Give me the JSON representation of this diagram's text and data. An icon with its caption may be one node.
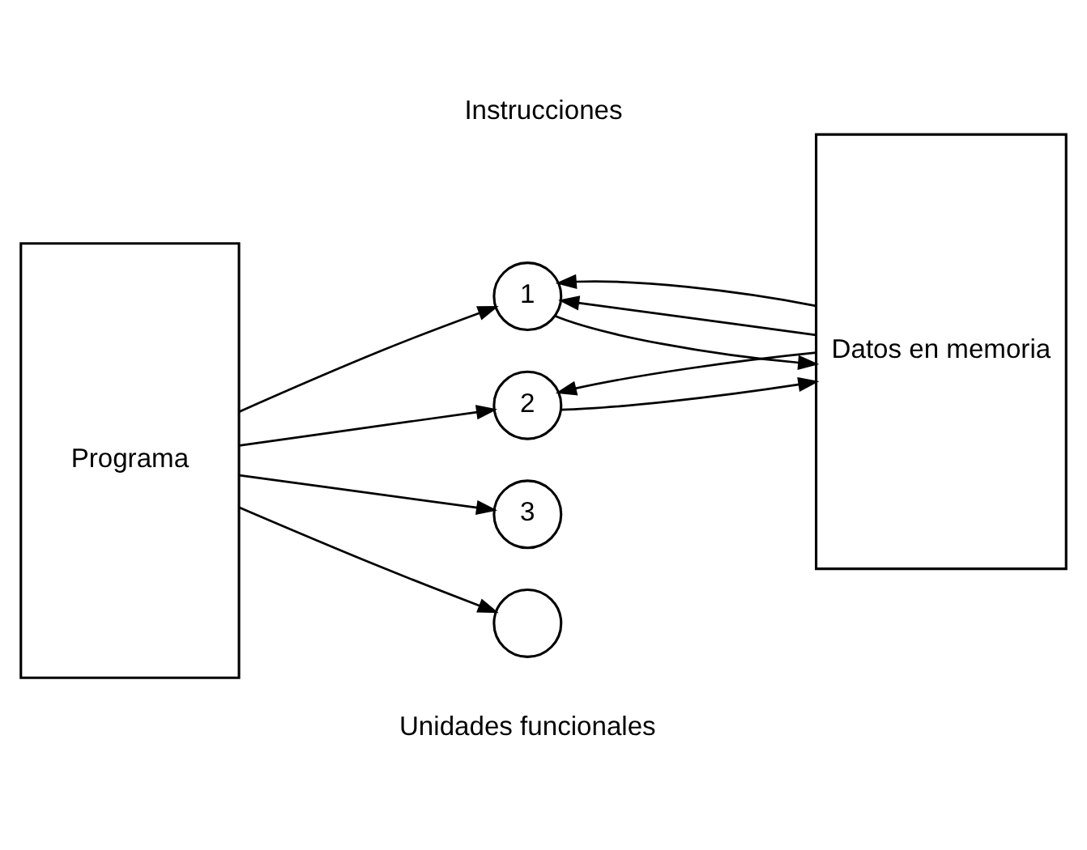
{
  "diagram": {
    "title": "Instrucciones",
    "nodes": [
      {
        "text": [
          "Programa"
        ]
      },
      {
        "text": [
          "1"
        ]
      },
      {
        "text": [
          "2"
        ]
      },
      {
        "text": [
          "3"
        ]
      },
      {
        "text": [],
        "shape": "circle",
        "beside": [
          "Unidades funcionales"
        ]
      },
      {
        "text": [
          "Datos en memoria"
        ]
      }
    ],
    "edges": [
      {
        "from": 0,
        "to": 3,
        "arrow": "to"
      },
      {
        "from": 0,
        "to": 1,
        "arrow": "to"
      },
      {
        "from": 0,
        "to": 2,
        "arrow": "to"
      },
      {
        "from": 0,
        "to": 4,
        "arrow": "to"
      },
      {
        "from": 5,
        "to": 1,
        "arrow": "to"
      },
      {
        "from": 5,
        "to": 1,
        "arrow": "to"
      },
      {
        "from": 1,
        "to": 5,
        "arrow": "to"
      },
      {
        "from": 5,
        "to": 2,
        "arrow": "to"
      },
      {
        "from": 2,
        "to": 5,
        "arrow": "to"
      }
    ]
  }
}
